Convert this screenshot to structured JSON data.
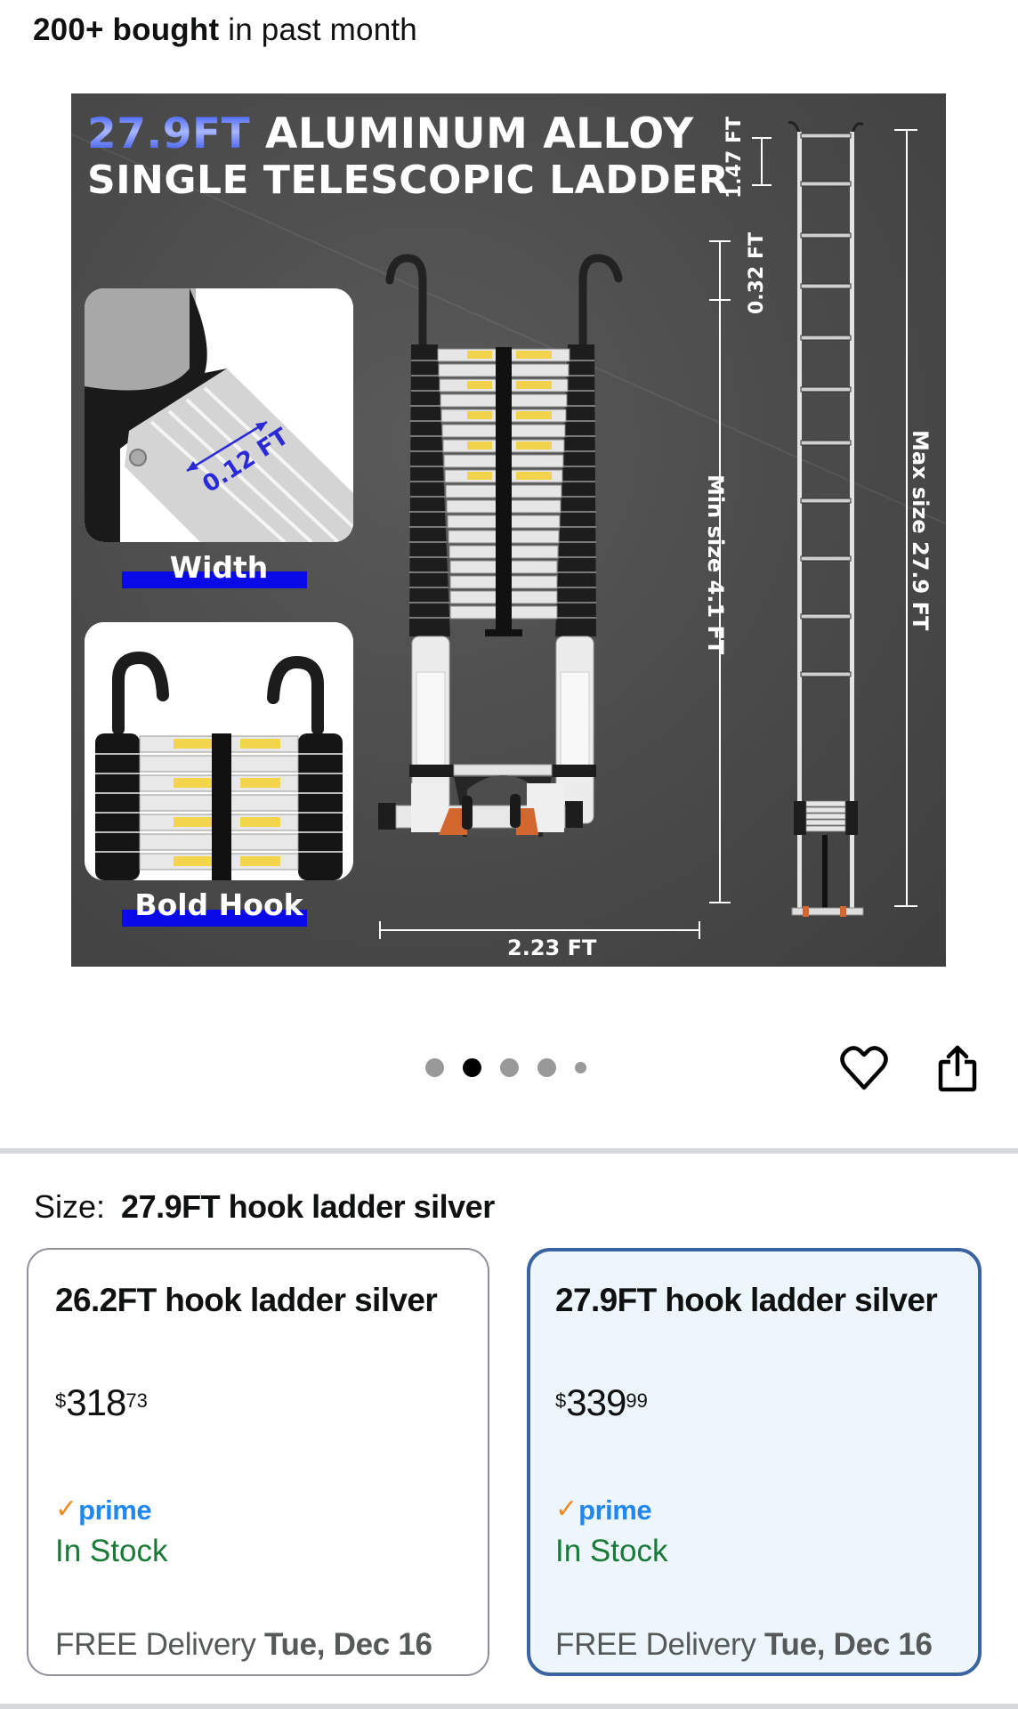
{
  "social_proof": {
    "count": "200+ bought",
    "suffix": " in past month"
  },
  "product_image": {
    "headline_highlight": "27.9FT",
    "headline_line1": " ALUMINUM ALLOY",
    "headline_line2": "SINGLE TELESCOPIC LADDER",
    "insets": [
      {
        "caption": "Width",
        "dimension": "0.12 FT"
      },
      {
        "caption": "Bold Hook"
      }
    ],
    "dimensions": {
      "step_spacing": "1.47 FT",
      "hook_height": "0.32 FT",
      "min_size": "Min size 4.1 FT",
      "max_size": "Max size 27.9 FT",
      "base_width": "2.23 FT"
    },
    "accent_color": "#0a0ae8"
  },
  "carousel": {
    "total": 5,
    "active_index": 1
  },
  "actions": {
    "favorite_icon": "heart-icon",
    "share_icon": "share-icon"
  },
  "size_selector": {
    "label": "Size:",
    "selected": "27.9FT hook ladder silver",
    "options": [
      {
        "title": "26.2FT hook ladder silver",
        "price_symbol": "$",
        "price_whole": "318",
        "price_fraction": "73",
        "prime_check": "✓",
        "prime_label": "prime",
        "stock": "In Stock",
        "delivery_prefix": "FREE Delivery ",
        "delivery_date": "Tue, Dec 16",
        "selected": false
      },
      {
        "title": "27.9FT hook ladder silver",
        "price_symbol": "$",
        "price_whole": "339",
        "price_fraction": "99",
        "prime_check": "✓",
        "prime_label": "prime",
        "stock": "In Stock",
        "delivery_prefix": "FREE Delivery ",
        "delivery_date": "Tue, Dec 16",
        "selected": true
      }
    ]
  },
  "colors": {
    "selected_border": "#3a649f",
    "selected_bg": "#edf5fd",
    "stock_green": "#197a36",
    "prime_blue": "#1f87ef",
    "prime_orange": "#f08a24"
  }
}
